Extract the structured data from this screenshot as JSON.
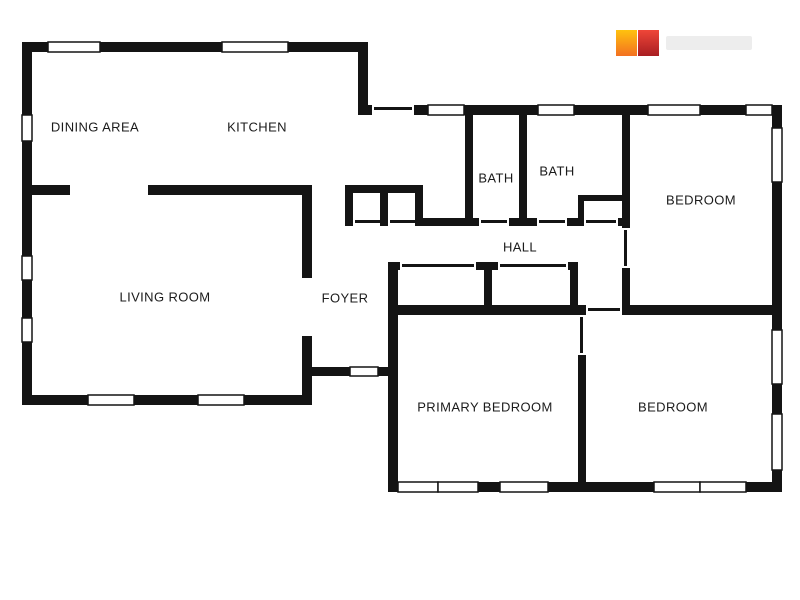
{
  "page": {
    "background": "#ffffff"
  },
  "floorplan": {
    "wall_color": "#141414",
    "rooms": [
      {
        "id": "dining-area",
        "name": "DINING AREA"
      },
      {
        "id": "kitchen",
        "name": "KITCHEN"
      },
      {
        "id": "bath-1",
        "name": "BATH"
      },
      {
        "id": "bath-2",
        "name": "BATH"
      },
      {
        "id": "bedroom-ne",
        "name": "BEDROOM"
      },
      {
        "id": "living-room",
        "name": "LIVING ROOM"
      },
      {
        "id": "foyer",
        "name": "FOYER"
      },
      {
        "id": "hall",
        "name": "HALL"
      },
      {
        "id": "primary-bedroom",
        "name": "PRIMARY BEDROOM"
      },
      {
        "id": "bedroom-se",
        "name": "BEDROOM"
      }
    ]
  },
  "brand": {
    "logo_colors": {
      "orange_top": "#FFC20E",
      "orange_bottom": "#F37021",
      "red_top": "#EF4638",
      "red_bottom": "#A81E22",
      "wordmark_gray": "#EDEDED"
    }
  }
}
